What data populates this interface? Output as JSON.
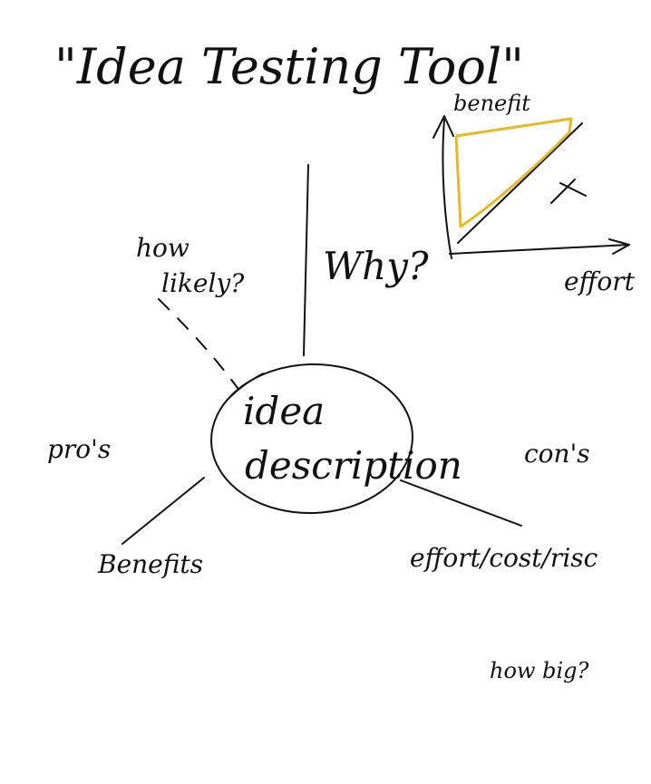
{
  "title": "\"Idea Testing Tool\"",
  "center": {
    "line1": "idea",
    "line2": "description"
  },
  "labels": {
    "why": "Why?",
    "how_likely_1": "how",
    "how_likely_2": "likely?",
    "pros": "pro's",
    "cons": "con's",
    "benefits": "Benefits",
    "effort": "effort/cost/risc",
    "how_big": "how big?"
  },
  "graph": {
    "y_label": "benefit",
    "x_label": "effort",
    "marker": "x"
  },
  "colors": {
    "ink": "#111111",
    "highlight": "#E8B923",
    "background": "#ffffff"
  }
}
